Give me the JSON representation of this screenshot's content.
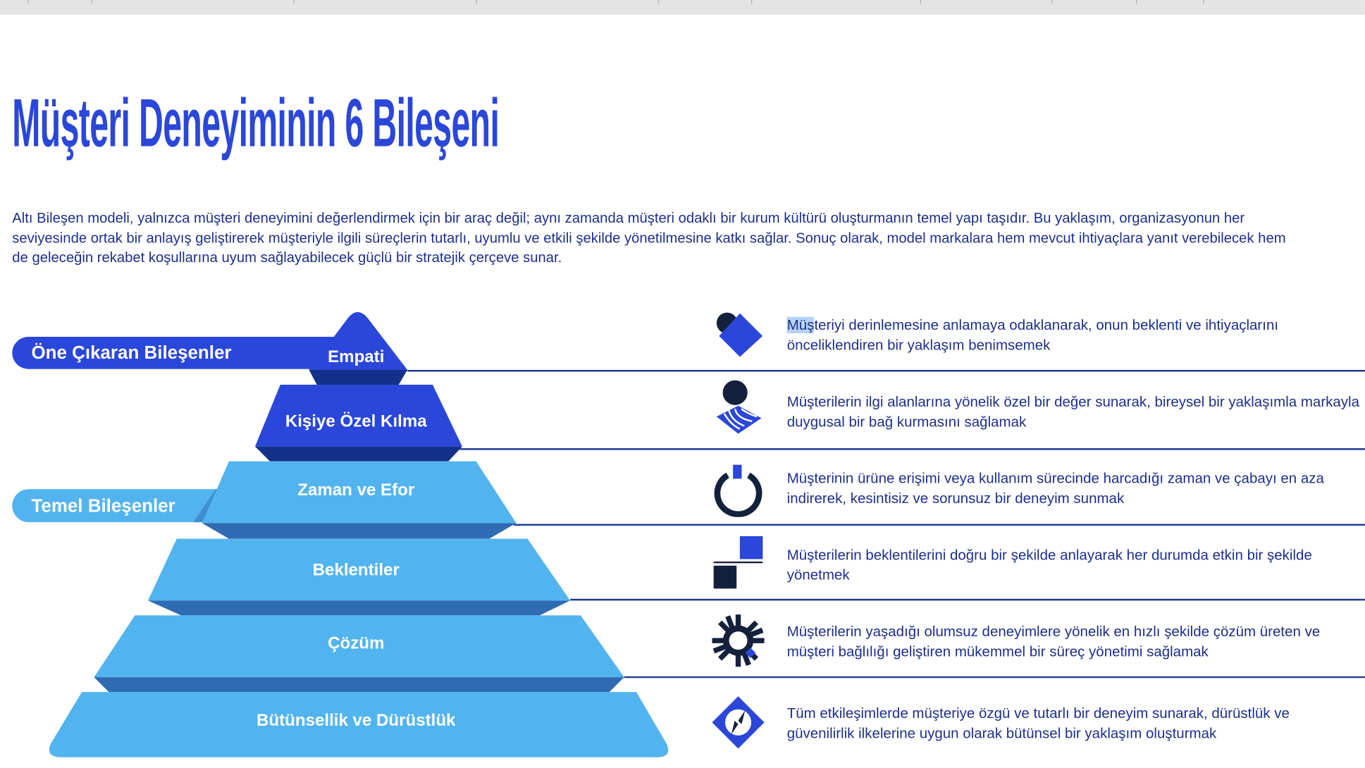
{
  "title": "Müşteri Deneyiminin 6 Bileşeni",
  "intro": {
    "lines": [
      "Altı Bileşen modeli, yalnızca müşteri deneyimini değerlendirmek için bir araç değil; aynı zamanda müşteri odaklı bir kurum kültürü oluşturmanın temel yapı taşıdır. Bu yaklaşım, organizasyonun her",
      "seviyesinde ortak bir anlayış geliştirerek müşteriyle ilgili süreçlerin tutarlı, uyumlu ve etkili şekilde yönetilmesine katkı sağlar. Sonuç olarak, model markalara hem mevcut ihtiyaçlara yanıt verebilecek hem",
      "de geleceğin rekabet koşullarına uyum sağlayabilecek güçlü bir stratejik çerçeve sunar."
    ]
  },
  "groups": {
    "highlight": "Öne Çıkaran Bileşenler",
    "core": "Temel Bileşenler"
  },
  "components": [
    {
      "label": "Empati",
      "icon": "heart-diamond-icon",
      "selected": "Müş",
      "line1_rest": "teriyi derinlemesine anlamaya odaklanarak, onun beklenti ve ihtiyaçlarını",
      "line2": "önceliklendiren bir yaklaşım benimsemek"
    },
    {
      "label": "Kişiye Özel Kılma",
      "icon": "person-fingerprint-icon",
      "line1": "Müşterilerin ilgi alanlarına yönelik özel bir değer sunarak, bireysel bir yaklaşımla markayla",
      "line2": "duygusal bir bağ kurmasını sağlamak"
    },
    {
      "label": "Zaman ve Efor",
      "icon": "power-icon",
      "line1": "Müşterinin ürüne erişimi veya kullanım sürecinde harcadığı zaman ve çabayı en aza",
      "line2": "indirerek, kesintisiz ve sorunsuz bir deneyim sunmak"
    },
    {
      "label": "Beklentiler",
      "icon": "stacked-squares-icon",
      "line1": "Müşterilerin beklentilerini doğru bir şekilde anlayarak her durumda etkin bir şekilde",
      "line2": "yönetmek"
    },
    {
      "label": "Çözüm",
      "icon": "gear-burst-icon",
      "line1": "Müşterilerin yaşadığı olumsuz deneyimlere yönelik en hızlı şekilde çözüm üreten ve",
      "line2": "müşteri bağlılığı geliştiren mükemmel bir süreç yönetimi sağlamak"
    },
    {
      "label": "Bütünsellik ve Dürüstlük",
      "icon": "diamond-arrows-icon",
      "line1": "Tüm etkileşimlerde müşteriye özgü ve tutarlı bir deneyim sunarak, dürüstlük ve",
      "line2": "güvenilirlik ilkelerine uygun olarak bütünsel bir yaklaşım oluşturmak"
    }
  ],
  "colors": {
    "primary": "#2b47d9",
    "primary_dark": "#14318a",
    "light": "#52b4ef",
    "light_dark": "#2f6bb3",
    "navy": "#14213d",
    "text": "#1c2f8c"
  }
}
